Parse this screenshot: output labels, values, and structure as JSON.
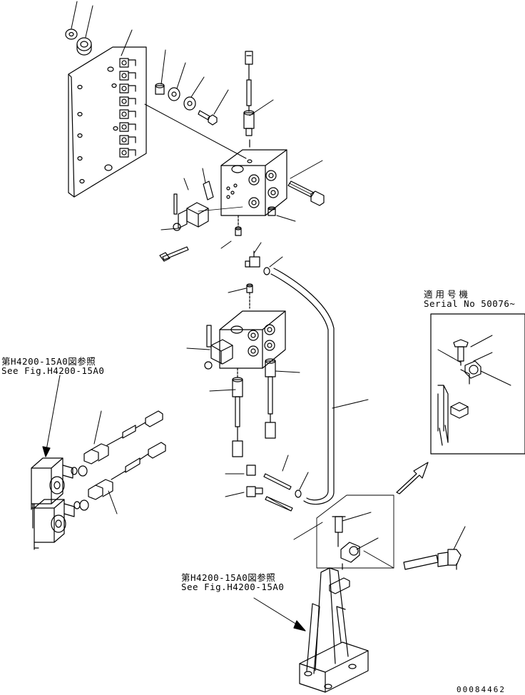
{
  "references": {
    "left": {
      "jp": "第H4200-15A0図参照",
      "en": "See Fig.H4200-15A0"
    },
    "bottom": {
      "jp": "第H4200-15A0図参照",
      "en": "See Fig.H4200-15A0"
    }
  },
  "serial_note": {
    "jp": "適用号機",
    "en": "Serial No 50076~"
  },
  "drawing_number": "00084462"
}
